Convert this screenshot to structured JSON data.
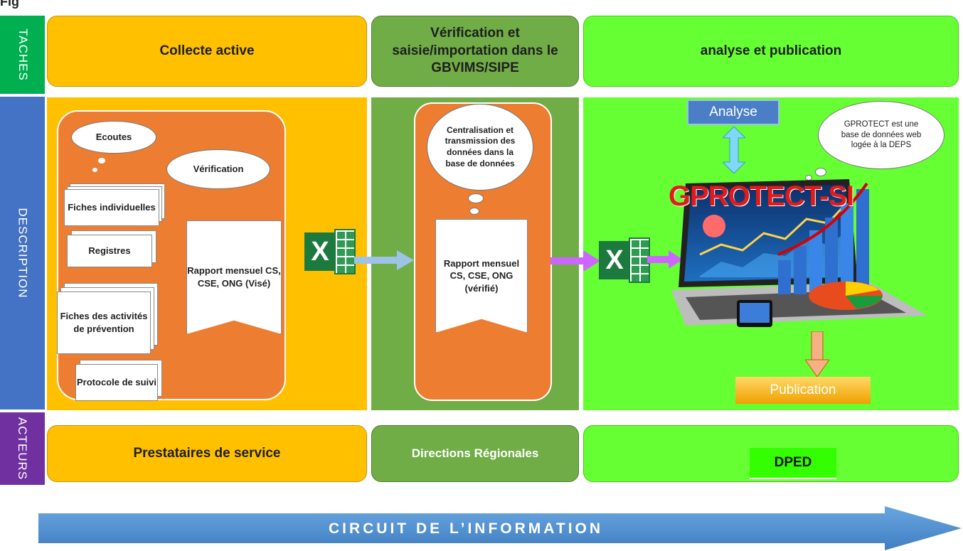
{
  "top_fragment": "Fig",
  "side_labels": {
    "tasks": "TACHES",
    "description": "DESCRIPTION",
    "actors": "ACTEURS"
  },
  "tasks": {
    "collect": "Collecte active",
    "verify": "Vérification et saisie/importation dans le GBVIMS/SIPE",
    "analysis": "analyse et publication"
  },
  "collect": {
    "ecoutes": "Ecoutes",
    "verification": "Vérification",
    "fiches_individuelles": "Fiches individuelles",
    "registres": "Registres",
    "fiches_prevention": "Fiches des activités de prévention",
    "protocole": "Protocole de suivi",
    "rapport": "Rapport mensuel CS, CSE, ONG (Visé)"
  },
  "regional": {
    "cloud": "Centralisation et transmission des données dans la base de données",
    "rapport": "Rapport mensuel CS, CSE, ONG (vérifié)"
  },
  "analysis": {
    "analyse": "Analyse",
    "cloud": "GPROTECT est une base de données web logée à la DEPS",
    "brand": "GPROTECT-SI",
    "publication": "Publication"
  },
  "actors": {
    "providers": "Prestataires de service",
    "regional": "Directions Régionales",
    "dped": "DPED"
  },
  "footer": "CIRCUIT DE L’INFORMATION",
  "excel_letter": "X",
  "colors": {
    "orange": "#ffc000",
    "dark_orange": "#ed7d31",
    "olive": "#70ad47",
    "green": "#66ff33",
    "tasks_tab": "#00b050",
    "desc_tab": "#4472c4",
    "actors_tab": "#7030a0",
    "arrow_blue": "#4f8fd0"
  },
  "icons": [
    "excel-icon",
    "laptop-dashboard-icon",
    "blue-arrow-icon",
    "purple-arrow-icon"
  ]
}
